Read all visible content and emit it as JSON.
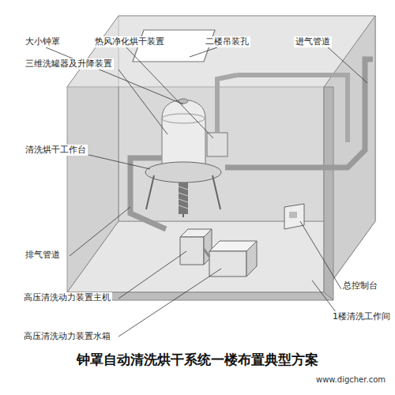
{
  "diagram": {
    "caption": "钟罩自动清洗烘干系统一楼布置典型方案",
    "labels": [
      "大小钟罩",
      "热风净化烘干装置",
      "二楼吊装孔",
      "进气管道",
      "三维洗罐器及升降装置",
      "清洗烘干工作台",
      "排气管道",
      "高压清洗动力装置主机",
      "高压清洗动力装置水箱",
      "总控制台",
      "1楼清洗工作间",
      "www.digcher.com"
    ]
  }
}
